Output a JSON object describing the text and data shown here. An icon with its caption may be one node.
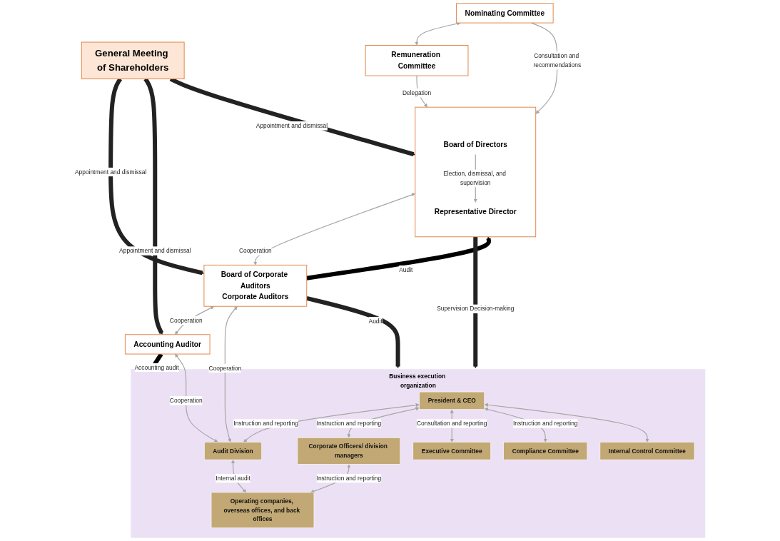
{
  "diagram": {
    "nodes": [
      {
        "text": [
          "General Meeting of Shareholders"
        ]
      },
      {
        "text": [
          "Nominating Committee"
        ]
      },
      {
        "text": [],
        "shape": "box"
      },
      {
        "text": [
          "Board of Directors"
        ],
        "in": 2
      },
      {
        "text": [
          "Representative Director"
        ],
        "in": 2
      },
      {
        "text": [
          "Board of Corporate Auditors",
          "Corporate Auditors"
        ]
      },
      {
        "text": [
          "Remuneration Committee"
        ]
      },
      {
        "text": [
          "Accounting Auditor"
        ]
      },
      {
        "text": [
          "Business execution organization"
        ]
      },
      {
        "text": [
          "President & CEO"
        ],
        "in": 8
      },
      {
        "text": [
          "Audit Division"
        ],
        "in": 8
      },
      {
        "text": [
          "Corporate Officers/ division managers"
        ],
        "in": 8
      },
      {
        "text": [
          "Executive Committee"
        ],
        "in": 8
      },
      {
        "text": [
          "Compliance Committee"
        ],
        "in": 8
      },
      {
        "text": [
          "Internal Control Committee"
        ],
        "in": 8
      },
      {
        "text": [
          "Operating companies, overseas offices, and back offices"
        ],
        "in": 8
      }
    ],
    "edges": [
      {
        "from": 0,
        "to": 2,
        "label": "Appointment and dismissal",
        "arrow": "to",
        "style": "thick",
        "color": "#222222"
      },
      {
        "from": 0,
        "to": 5,
        "label": "Appointment and dismissal",
        "arrow": "to",
        "style": "thick",
        "color": "#222222"
      },
      {
        "from": 0,
        "to": 7,
        "label": "Appointment and dismissal",
        "arrow": "to",
        "style": "thick",
        "color": "#222222"
      },
      {
        "from": 1,
        "to": 6,
        "arrow": "both"
      },
      {
        "from": 1,
        "to": 2,
        "label": "Consultation and recommendations",
        "arrow": "to"
      },
      {
        "from": 6,
        "to": 2,
        "label": "Delegation",
        "arrow": "to"
      },
      {
        "from": 3,
        "to": 4,
        "label": "Election, dismissal, and supervision",
        "arrow": "to"
      },
      {
        "from": 5,
        "to": 2,
        "label": "Audit",
        "arrow": "to",
        "style": "thick",
        "color": "#000000"
      },
      {
        "from": 2,
        "to": 5,
        "label": "Cooperation",
        "arrow": "both"
      },
      {
        "from": 5,
        "to": 7,
        "label": "Cooperation",
        "arrow": "both"
      },
      {
        "from": 2,
        "to": 8,
        "label": "Supervision Decision-making",
        "arrow": "to",
        "style": "thick",
        "color": "#222222"
      },
      {
        "from": 5,
        "to": 8,
        "label": "Audit",
        "arrow": "to",
        "style": "thick",
        "color": "#222222"
      },
      {
        "from": 5,
        "to": 10,
        "label": "Cooperation",
        "arrow": "both"
      },
      {
        "from": 10,
        "to": 7,
        "label": "Cooperation",
        "arrow": "both"
      },
      {
        "from": 7,
        "to": 8,
        "label": "Accounting audit",
        "arrow": "to",
        "style": "thick",
        "color": "#000000"
      },
      {
        "from": 9,
        "to": 10,
        "label": "Instruction and reporting",
        "arrow": "both"
      },
      {
        "from": 9,
        "to": 11,
        "label": "Instruction and reporting",
        "arrow": "both"
      },
      {
        "from": 9,
        "to": 12,
        "label": "Consultation and reporting",
        "arrow": "both"
      },
      {
        "from": 9,
        "to": 13,
        "label": "Instruction and reporting",
        "arrow": "both"
      },
      {
        "from": 9,
        "to": 14,
        "arrow": "both"
      },
      {
        "from": 11,
        "to": 15,
        "label": "Instruction and reporting",
        "arrow": "both"
      },
      {
        "from": 10,
        "to": 15,
        "label": "Internal audit",
        "arrow": "both"
      }
    ]
  }
}
